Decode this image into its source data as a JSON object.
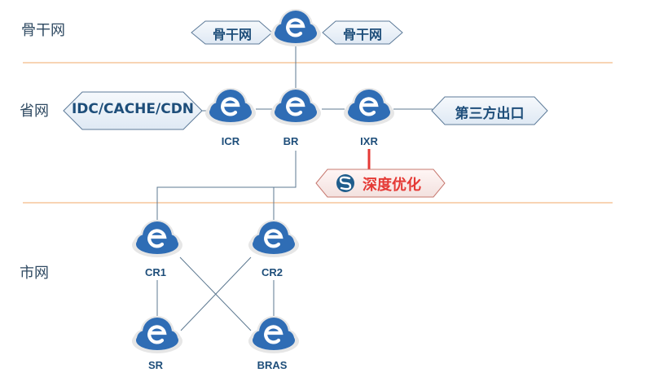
{
  "tiers": {
    "backbone": "骨干网",
    "provincial": "省网",
    "metro": "市网"
  },
  "tags": {
    "backbone_left": "骨干网",
    "backbone_right": "骨干网",
    "idc": "IDC/CACHE/CDN",
    "third_party": "第三方出口",
    "optimization": "深度优化"
  },
  "nodes": {
    "icr": "ICR",
    "br": "BR",
    "ixr": "IXR",
    "cr1": "CR1",
    "cr2": "CR2",
    "sr": "SR",
    "bras": "BRAS"
  },
  "colors": {
    "node_blue": "#2f6db5",
    "cloud_gray": "#e6e6e6",
    "tier_divider": "#f0a868",
    "link": "#5c7890",
    "tag_text": "#1e4e7a",
    "tag_fill": "#e8f0f8",
    "highlight_red": "#e53935"
  },
  "icons": {
    "node": "cloud-e-icon",
    "optimization": "s-logo-icon"
  }
}
